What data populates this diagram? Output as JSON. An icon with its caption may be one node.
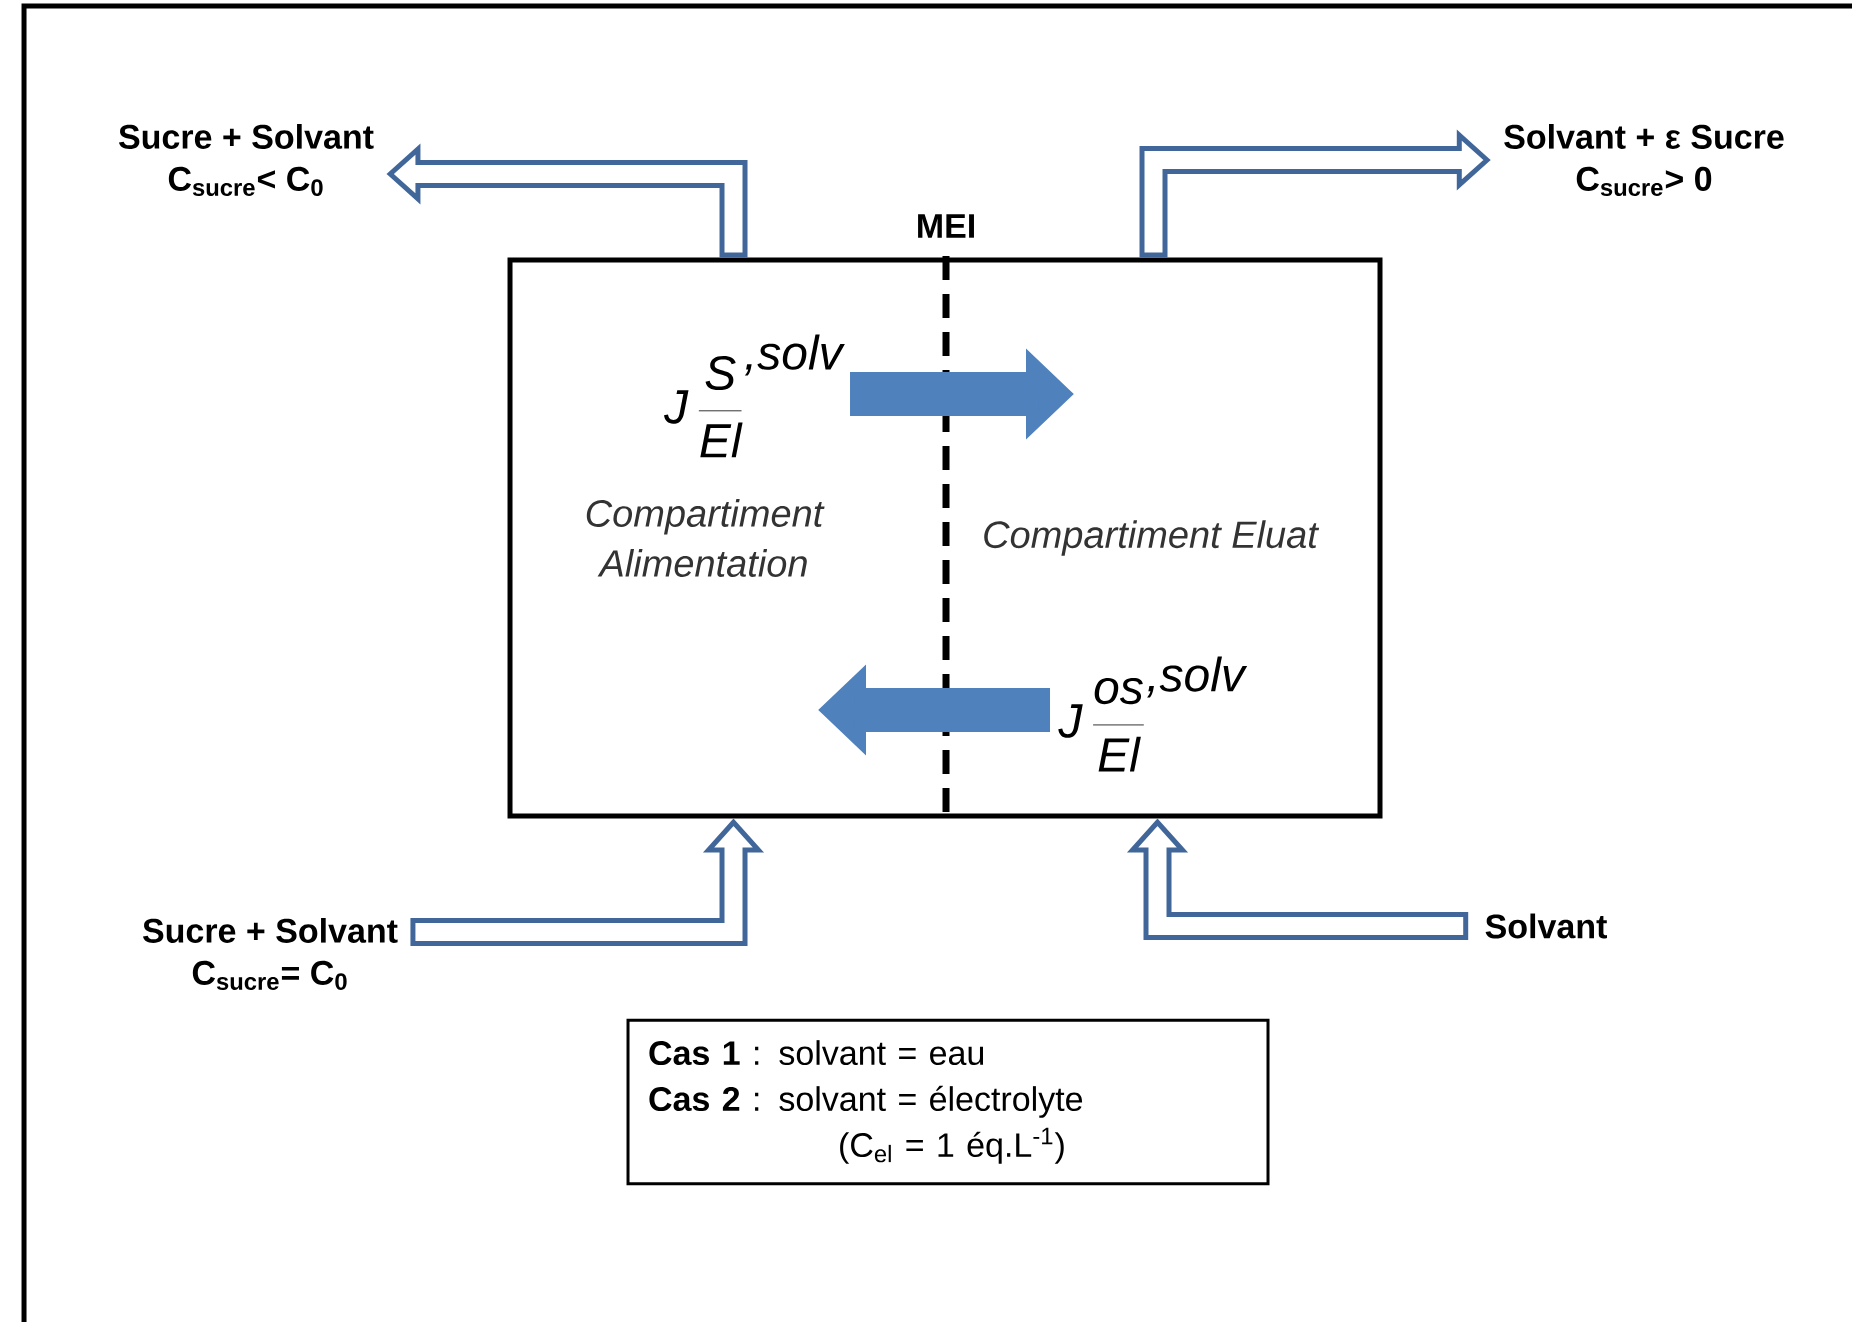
{
  "diagram": {
    "nodes": [
      {
        "text": [
          "Sucre + Solvant",
          "C$_{sucre}$< C$_{0}$"
        ]
      },
      {
        "text": [
          "Solvant + ε Sucre",
          "C$_{sucre}$> 0"
        ]
      },
      {
        "text": [
          "Compartiment Alimentation",
          "Compartiment Eluat"
        ]
      },
      {
        "text": [
          "Sucre + Solvant",
          "C$_{sucre}$= C$_{0}$"
        ]
      },
      {
        "text": [
          "Solvant"
        ]
      },
      {
        "text": [
          "**Cas 1** : solvant = eau",
          "**Cas 2** : solvant = électrolyte",
          "(C$_{el}$ = 1 éq.L$^{-1}$)"
        ]
      }
    ],
    "edges": [
      {
        "from": 2,
        "to": 0,
        "arrow": "to"
      },
      {
        "from": 2,
        "to": 1,
        "arrow": "to"
      },
      {
        "from": 3,
        "to": 2,
        "arrow": "to"
      },
      {
        "from": 4,
        "to": 2,
        "arrow": "to"
      }
    ],
    "labels": [
      "MEI",
      "\\textit{J}\\,\\frac{\\textit{S}}{\\textit{El}}^{\\textit{,solv}}",
      "\\textit{J}\\,\\frac{\\textit{os}}{\\textit{El}}^{\\textit{,solv}}"
    ]
  }
}
